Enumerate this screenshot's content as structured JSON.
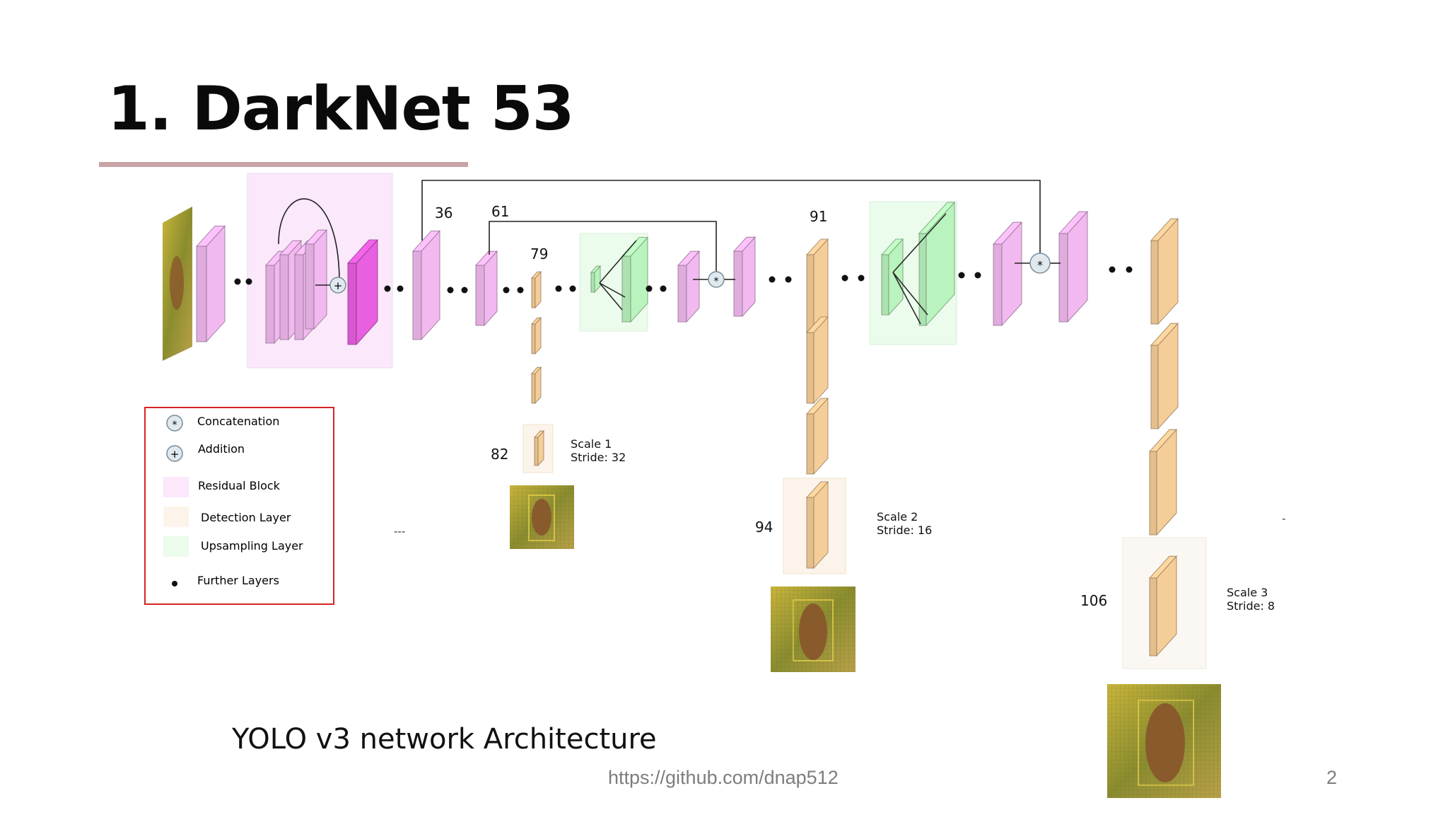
{
  "slide": {
    "title": "1. DarkNet 53",
    "caption": "YOLO v3 network Architecture",
    "footer_url": "https://github.com/dnap512",
    "page_number": "2"
  },
  "colors": {
    "residual": "#f1b9ef",
    "residual_dark": "#e85fe0",
    "residual_block_bg": "#fbe8fb",
    "detection": "#f5cd98",
    "detection_bg": "#fcf4ea",
    "upsampling": "#b9f3bd",
    "upsampling_bg": "#ebfbec",
    "legend_border": "#d62424",
    "title_rule": "#c9a3a6"
  },
  "layer_numbers": {
    "l36": "36",
    "l61": "61",
    "l79": "79",
    "l91": "91",
    "l82": "82",
    "l94": "94",
    "l106": "106"
  },
  "scales": [
    {
      "scale": "Scale 1",
      "stride": "Stride: 32"
    },
    {
      "scale": "Scale 2",
      "stride": "Stride: 16"
    },
    {
      "scale": "Scale 3",
      "stride": "Stride: 8"
    }
  ],
  "legend": {
    "items": [
      {
        "label": "Concatenation",
        "icon": "concat-circle-icon"
      },
      {
        "label": "Addition",
        "icon": "plus-circle-icon"
      },
      {
        "label": "Residual Block",
        "icon": "residual-swatch"
      },
      {
        "label": "Detection Layer",
        "icon": "detection-swatch"
      },
      {
        "label": "Upsampling Layer",
        "icon": "upsampling-swatch"
      },
      {
        "label": "Further Layers",
        "icon": "dot-icon"
      }
    ]
  },
  "misc": {
    "ellipsis_text": "---",
    "dash_text": "-",
    "concat_symbol": "*",
    "add_symbol": "+"
  }
}
